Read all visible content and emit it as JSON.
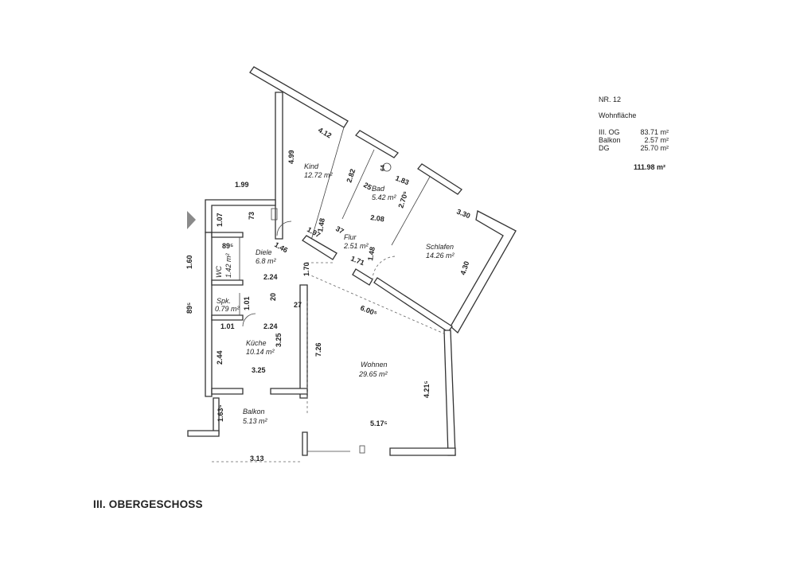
{
  "info": {
    "number": "NR. 12",
    "heading": "Wohnfläche",
    "rows": [
      {
        "label": "III. OG",
        "value": "83.71 m²"
      },
      {
        "label": "Balkon",
        "value": "2.57 m²"
      },
      {
        "label": "DG",
        "value": "25.70 m²"
      }
    ],
    "total": "111.98 m²"
  },
  "floor_title": "III. OBERGESCHOSS",
  "rooms": [
    {
      "name": "Kind",
      "area": "12.72 m²"
    },
    {
      "name": "Bad",
      "area": "5.42 m²"
    },
    {
      "name": "Flur",
      "area": "2.51 m²"
    },
    {
      "name": "Schlafen",
      "area": "14.26 m²"
    },
    {
      "name": "Diele",
      "area": "6.8 m²"
    },
    {
      "name": "WC",
      "area": "1.42 m²"
    },
    {
      "name": "Spk.",
      "area": "0.79 m²"
    },
    {
      "name": "Küche",
      "area": "10.14 m²"
    },
    {
      "name": "Wohnen",
      "area": "29.65 m²"
    },
    {
      "name": "Balkon",
      "area": "5.13 m²"
    }
  ],
  "dimensions": [
    "4.12",
    "4.99",
    "2.82",
    "1.83",
    "2.70⁵",
    "2.08",
    "3.30",
    "4.30",
    "1.99",
    "1.07",
    "73",
    "1.48",
    "1.97",
    "37",
    "1.48",
    "1.71",
    "1.46",
    "1.70",
    "2.24",
    "89⁵",
    "1.60",
    "89⁵",
    "1.01",
    "20",
    "27",
    "1.01",
    "2.24",
    "6.00⁵",
    "3.25",
    "7.26",
    "2.44",
    "3.25",
    "4.21⁵",
    "1.63⁵",
    "5.17⁵",
    "3.13",
    "64",
    "25"
  ]
}
